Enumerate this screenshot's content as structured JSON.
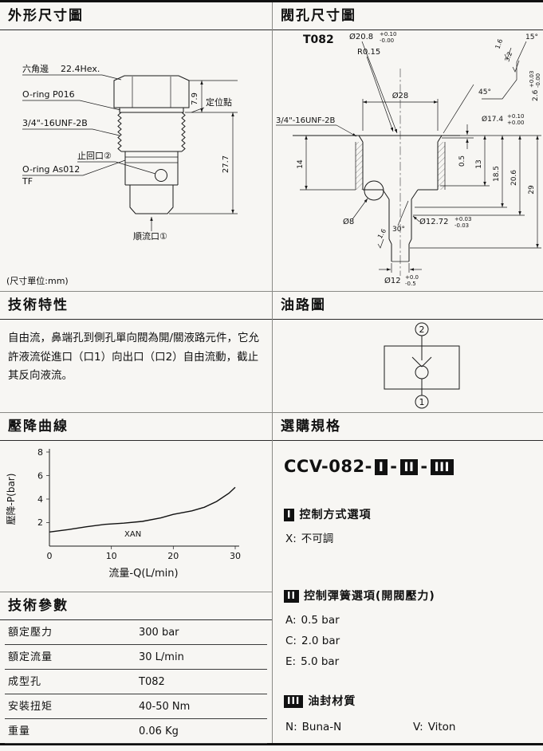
{
  "page": {
    "bg": "#f7f6f3"
  },
  "outline": {
    "title": "外形尺寸圖",
    "unit_note": "(尺寸單位:mm)",
    "labels": {
      "hex": "六角邊",
      "hex_size": "22.4Hex.",
      "oring_top": "O-ring P016",
      "thread": "3/4\"-16UNF-2B",
      "check_port": "止回口②",
      "oring_body": "O-ring As012",
      "tf": "TF",
      "flow_port": "順流口①",
      "locating_point": "定位點",
      "dim_hex_height": "7.9",
      "dim_cartridge_length": "27.7"
    }
  },
  "cavity": {
    "title": "閥孔尺寸圖",
    "model": "T082",
    "dims": {
      "d_mouth": "Ø20.8",
      "d_mouth_tol_u": "+0.10",
      "d_mouth_tol_l": "-0.00",
      "radius": "R0.15",
      "angle15": "15°",
      "rough_16_top": "1.6",
      "rough_32": "3.2",
      "angle45": "45°",
      "depth_26": "2.6",
      "depth_26_tol_u": "+0.03",
      "depth_26_tol_l": "-0.00",
      "d_seat": "Ø17.4",
      "d_seat_tol_u": "+0.10",
      "d_seat_tol_l": "+0.00",
      "d_bore": "Ø28",
      "thread": "3/4\"-16UNF-2B",
      "depth_14": "14",
      "depth_05": "0.5",
      "depth_13": "13",
      "depth_185": "18.5",
      "depth_206": "20.6",
      "depth_29": "29",
      "d_cross": "Ø8",
      "angle30": "30°",
      "rough_16_bottom": "1.6",
      "d_pilot": "Ø12.72",
      "d_pilot_tol_u": "+0.03",
      "d_pilot_tol_l": "-0.03",
      "d_nose": "Ø12",
      "d_nose_tol_u": "+0.0",
      "d_nose_tol_l": "-0.5"
    }
  },
  "features": {
    "title": "技術特性",
    "text": "自由流，鼻端孔到側孔單向閥為開/關液路元件，它允許液流從進口（口1）向出口（口2）自由流動，截止其反向液流。"
  },
  "circuit": {
    "title": "油路圖",
    "port_top": "2",
    "port_bottom": "1"
  },
  "chart_data": {
    "type": "line",
    "title": "壓降曲線",
    "xlabel": "流量-Q(L/min)",
    "ylabel": "壓降-P(bar)",
    "xlim": [
      0,
      30
    ],
    "ylim": [
      0,
      8
    ],
    "xticks": [
      "0",
      "10",
      "20",
      "30"
    ],
    "yticks": [
      "2",
      "4",
      "6",
      "8"
    ],
    "grid": false,
    "legend_position": "none",
    "series_label": "XAN",
    "points": [
      [
        0,
        1.2
      ],
      [
        3,
        1.4
      ],
      [
        6,
        1.65
      ],
      [
        9,
        1.85
      ],
      [
        12,
        1.95
      ],
      [
        15,
        2.1
      ],
      [
        18,
        2.4
      ],
      [
        20,
        2.7
      ],
      [
        23,
        3.0
      ],
      [
        25,
        3.3
      ],
      [
        27,
        3.8
      ],
      [
        29,
        4.5
      ],
      [
        30,
        5.0
      ]
    ]
  },
  "params": {
    "title": "技術參數",
    "rows": [
      {
        "label": "額定壓力",
        "value": "300 bar"
      },
      {
        "label": "額定流量",
        "value": "30 L/min"
      },
      {
        "label": "成型孔",
        "value": "T082"
      },
      {
        "label": "安裝扭矩",
        "value": "40-50 Nm"
      },
      {
        "label": "重量",
        "value": "0.06 Kg"
      }
    ]
  },
  "ordering": {
    "title": "選購規格",
    "model_prefix": "CCV-082-",
    "sep": "-",
    "code1": "I",
    "code2": "II",
    "code3": "III",
    "sections": [
      {
        "numeral": "I",
        "heading": "控制方式選項",
        "options": [
          {
            "code": "X:",
            "text": "不可調"
          }
        ]
      },
      {
        "numeral": "II",
        "heading": "控制彈簧選項(開閥壓力)",
        "options": [
          {
            "code": "A:",
            "text": "0.5 bar"
          },
          {
            "code": "C:",
            "text": "2.0 bar"
          },
          {
            "code": "E:",
            "text": "5.0 bar"
          }
        ]
      },
      {
        "numeral": "III",
        "heading": "油封材質",
        "options": [
          {
            "code": "N:",
            "text": "Buna-N"
          },
          {
            "code": "V:",
            "text": "Viton"
          }
        ]
      }
    ]
  }
}
